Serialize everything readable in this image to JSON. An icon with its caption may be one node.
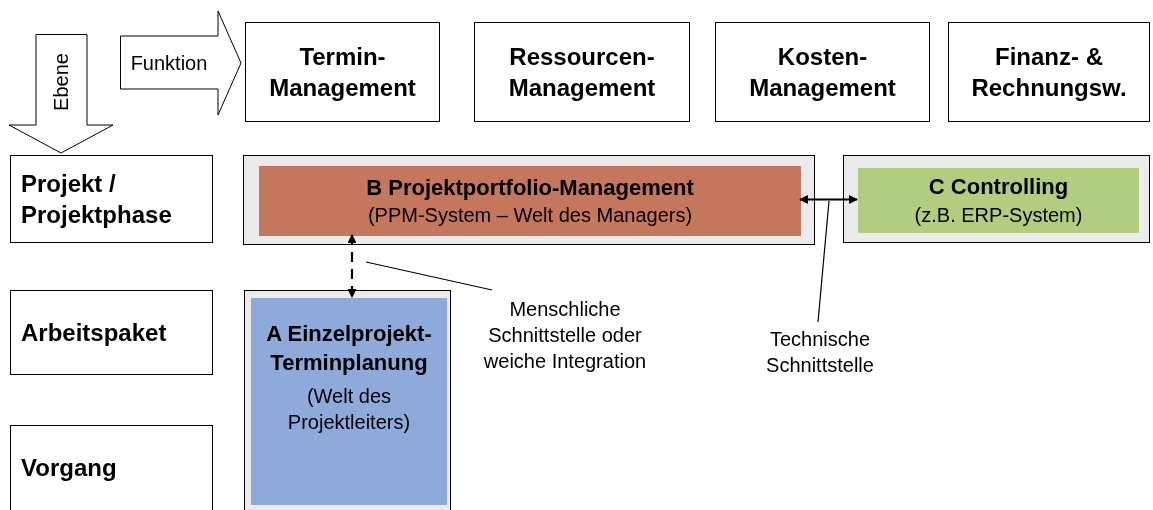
{
  "diagram": {
    "nodes": [
      {
        "text": [
          "Ebene"
        ]
      },
      {
        "text": [
          "Funktion"
        ]
      },
      {
        "text": [
          "Termin- Management"
        ]
      },
      {
        "text": [
          "Ressourcen- Management"
        ]
      },
      {
        "text": [
          "Kosten- Management"
        ]
      },
      {
        "text": [
          "Finanz- & Rechnungsw."
        ]
      },
      {
        "text": [
          "Projekt / Projektphase"
        ]
      },
      {
        "text": [],
        "shape": "box"
      },
      {
        "text": [
          "B Projektportfolio-Management",
          "(PPM-System – Welt des Managers)"
        ],
        "in": 7
      },
      {
        "text": [],
        "shape": "box"
      },
      {
        "text": [
          "C Controlling",
          "(z.B. ERP-System)"
        ],
        "in": 9
      },
      {
        "text": [
          "Arbeitspaket"
        ]
      },
      {
        "text": [],
        "shape": "box"
      },
      {
        "text": [
          "A Einzelprojekt- Terminplanung",
          "(Welt des Projektleiters)"
        ],
        "in": 12
      },
      {
        "text": [
          "Menschliche Schnittstelle oder weiche Integration"
        ]
      },
      {
        "text": [
          "Technische Schnittstelle"
        ]
      },
      {
        "text": [
          "Vorgang"
        ]
      }
    ],
    "edges": [
      {
        "from": 8,
        "to": 10,
        "arrow": "both"
      },
      {
        "from": 8,
        "to": 13,
        "arrow": "both",
        "style": "dashed"
      },
      {
        "from": 14,
        "to": null,
        "arrow": "none"
      },
      {
        "from": 15,
        "to": null,
        "arrow": "none"
      }
    ]
  }
}
